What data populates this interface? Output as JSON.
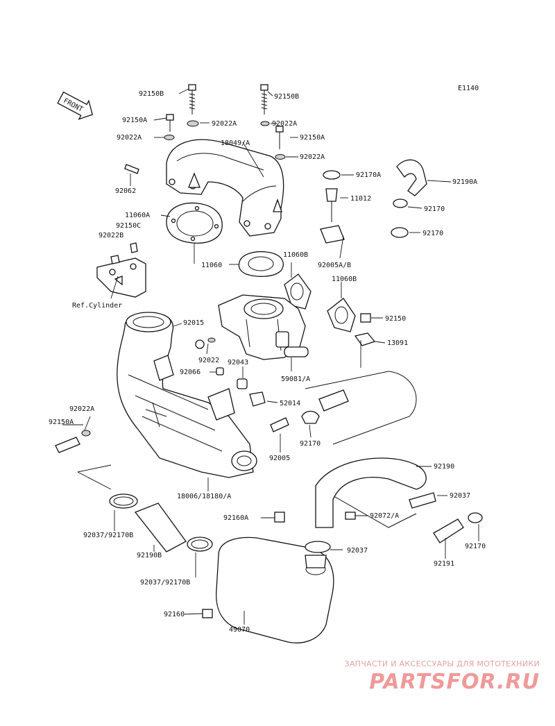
{
  "diagram_code": "E1140",
  "front_label": "FRONT",
  "ref_label": "Ref.Cylinder",
  "watermark": {
    "subtitle": "ЗАПЧАСТИ И АКСЕССУАРЫ ДЛЯ МОТОТЕХНИКИ",
    "logo": "PARTSFOR.RU"
  },
  "labels": {
    "p92150b_a": "92150B",
    "p92150b_b": "92150B",
    "p92150a_a": "92150A",
    "p92150a_b": "92150A",
    "p92022a_a": "92022A",
    "p92022a_b": "92022A",
    "p92022a_c": "92022A",
    "p92022a_d": "92022A",
    "p18049": "18049/A",
    "p92062": "92062",
    "p92170a": "92170A",
    "p92190a": "92190A",
    "p11012": "11012",
    "p92170_a": "92170",
    "p92170_b": "92170",
    "p11060a": "11060A",
    "p92150c": "92150C",
    "p92022b": "92022B",
    "p11060": "11060",
    "p11060b_a": "11060B",
    "p92005ab": "92005A/B",
    "p11060b_b": "11060B",
    "p92150": "92150",
    "p13091": "13091",
    "p92015": "92015",
    "p92022": "92022",
    "p92043": "92043",
    "p92066": "92066",
    "p59081": "59081/A",
    "p52014": "52014",
    "p92022a_e": "92022A",
    "p92150a_c": "92150A",
    "p92170_c": "92170",
    "p92005": "92005",
    "p92190": "92190",
    "p18006": "18006/18180/A",
    "p92037_a": "92037",
    "p92160a": "92160A",
    "p92072": "92072/A",
    "p92037_92170b_a": "92037/92170B",
    "p92190b": "92190B",
    "p92037_b": "92037",
    "p92170_d": "92170",
    "p92191": "92191",
    "p92037_92170b_b": "92037/92170B",
    "p92160": "92160",
    "p49070": "49070"
  }
}
